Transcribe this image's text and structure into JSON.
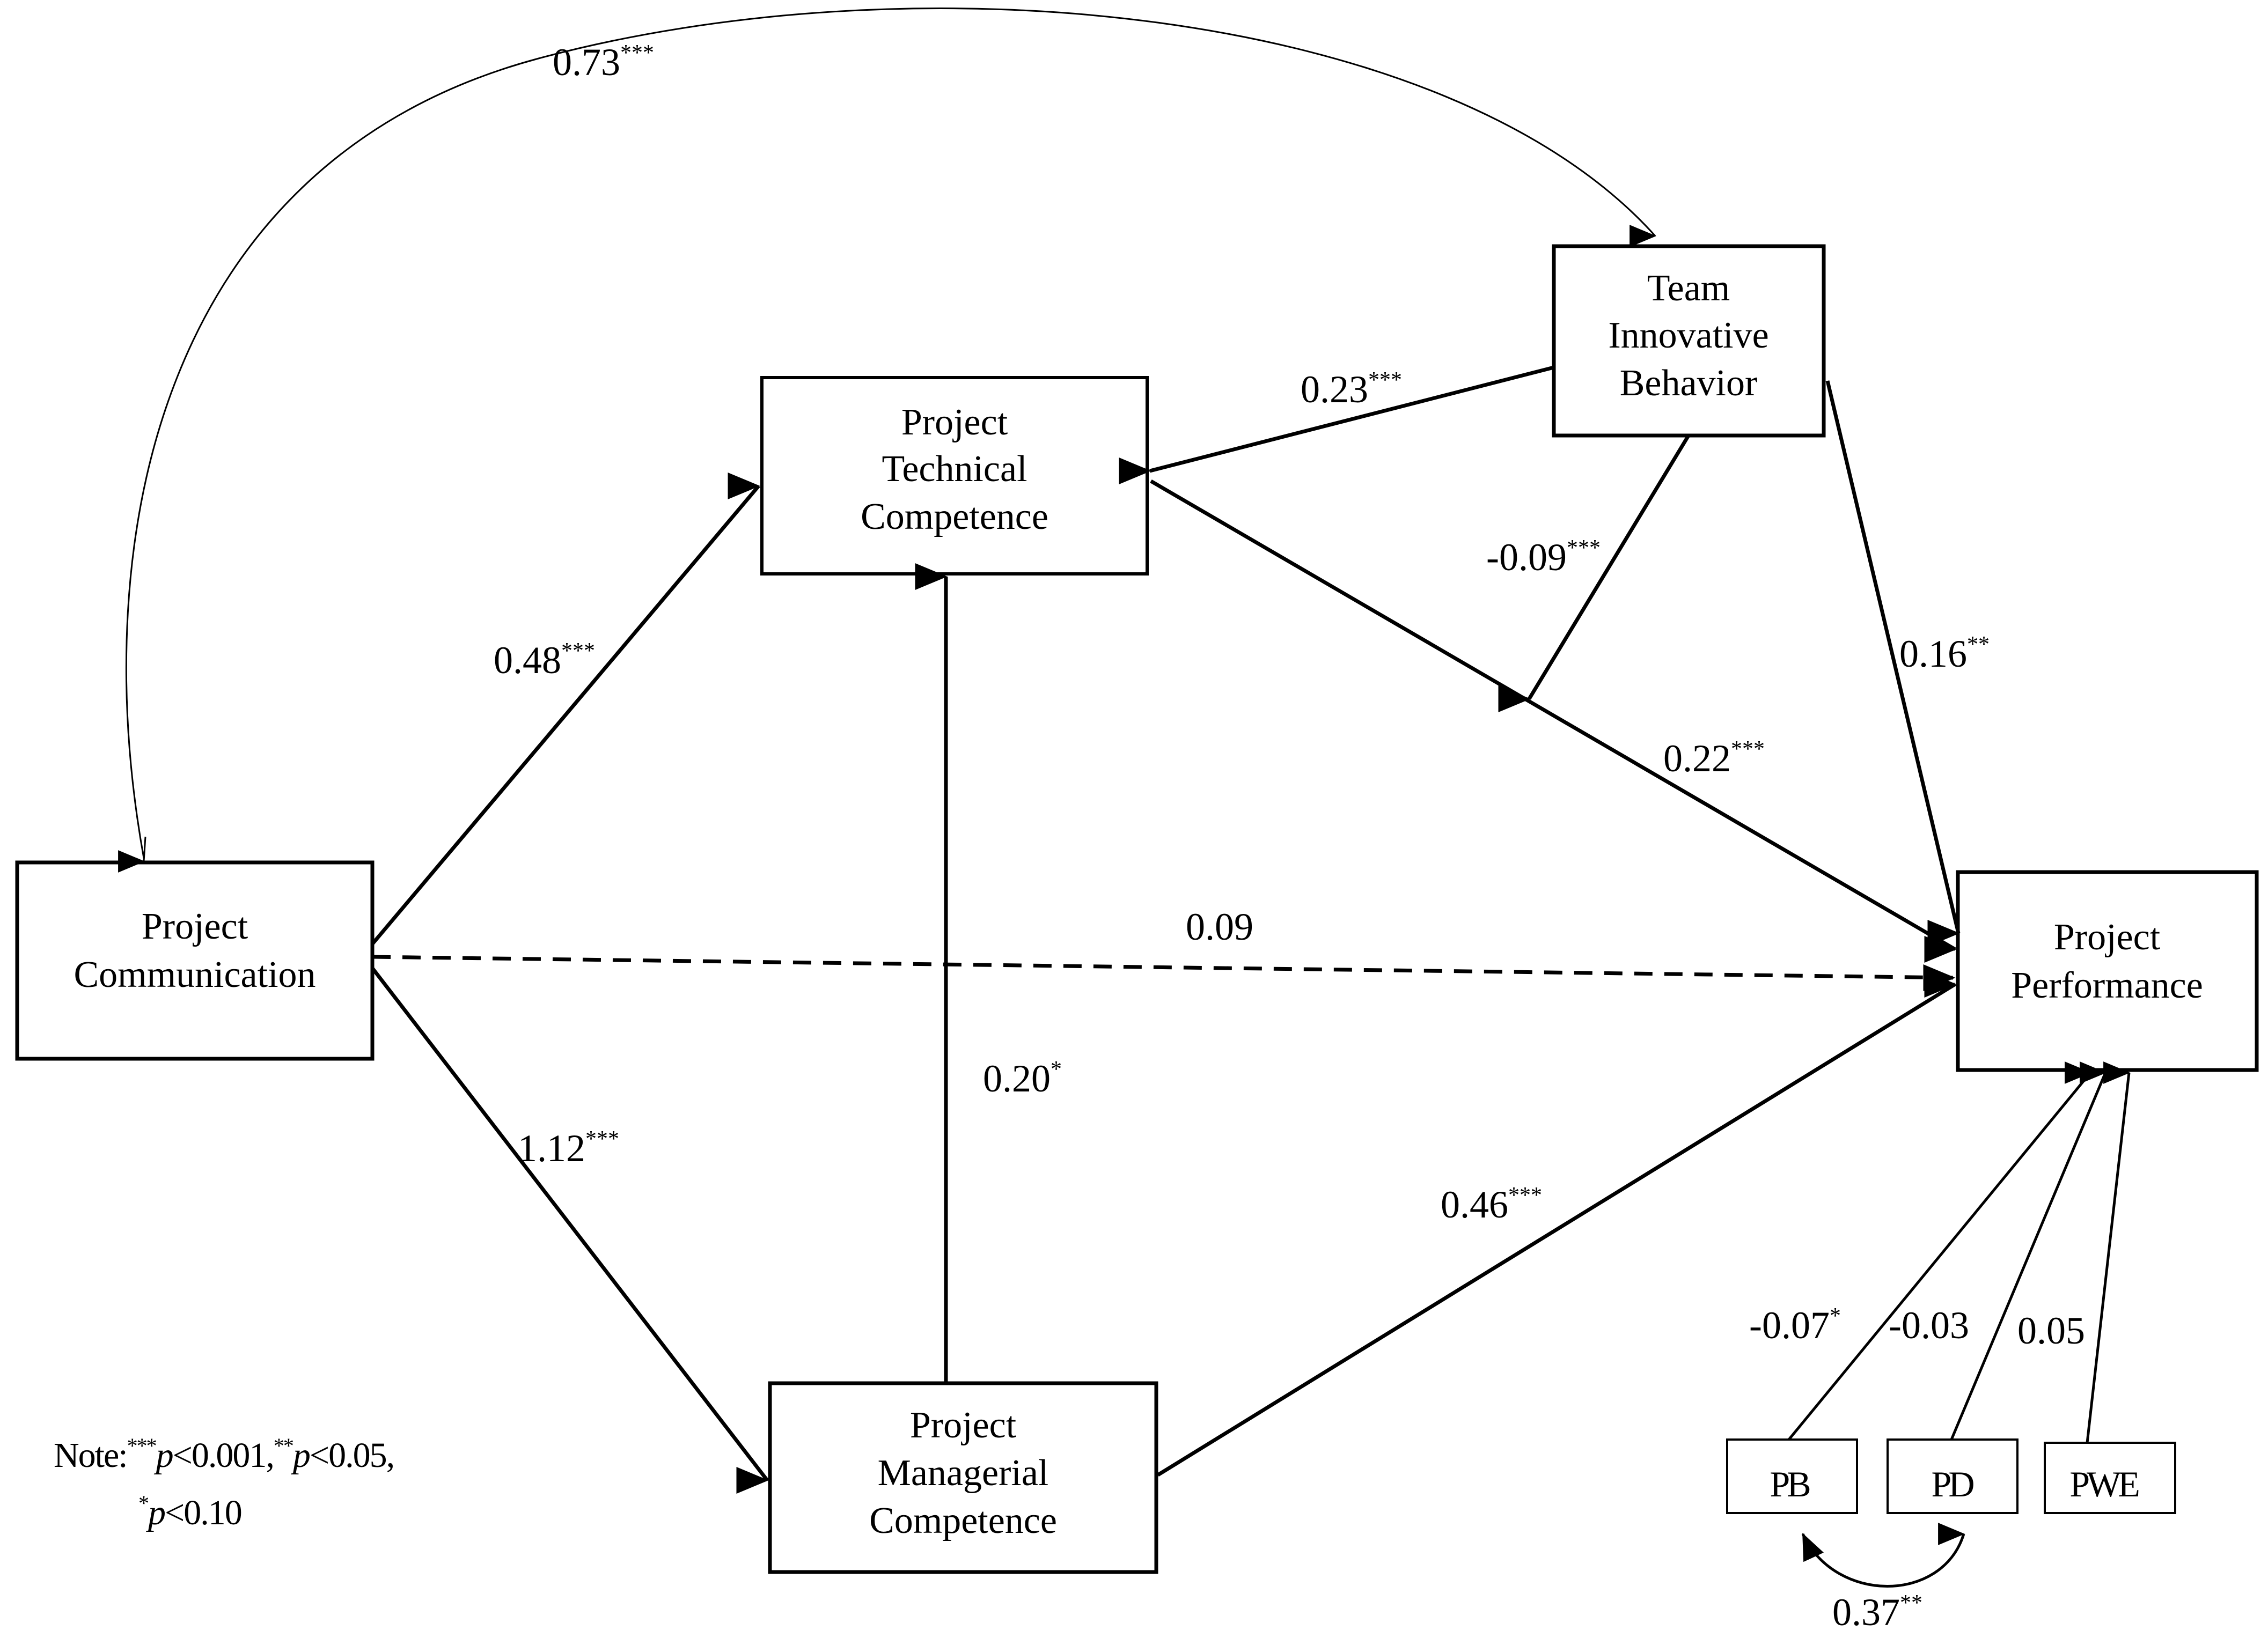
{
  "boxes": {
    "project_communication": [
      "Project",
      "Communication"
    ],
    "project_technical_competence": [
      "Project",
      "Technical",
      "Competence"
    ],
    "team_innovative_behavior": [
      "Team",
      "Innovative",
      "Behavior"
    ],
    "project_performance": [
      "Project",
      "Performance"
    ],
    "project_managerial_competence": [
      "Project",
      "Managerial",
      "Competence"
    ],
    "pb": "PB",
    "pd": "PD",
    "pwe": "PWE"
  },
  "paths": {
    "comm_to_tib": {
      "value": "0.73",
      "sig": "***"
    },
    "tib_to_tech": {
      "value": "0.23",
      "sig": "***"
    },
    "tib_moderation": {
      "value": "-0.09",
      "sig": "***"
    },
    "tib_to_perf": {
      "value": "0.16",
      "sig": "**"
    },
    "comm_to_tech": {
      "value": "0.48",
      "sig": "***"
    },
    "tech_to_perf": {
      "value": "0.22",
      "sig": "***"
    },
    "comm_to_perf": {
      "value": "0.09",
      "sig": ""
    },
    "mgr_to_tech": {
      "value": "0.20",
      "sig": "*"
    },
    "comm_to_mgr": {
      "value": "1.12",
      "sig": "***"
    },
    "mgr_to_perf": {
      "value": "0.46",
      "sig": "***"
    },
    "pb_to_perf": {
      "value": "-0.07",
      "sig": "*"
    },
    "pd_to_perf": {
      "value": "-0.03",
      "sig": ""
    },
    "pwe_to_perf": {
      "value": "0.05",
      "sig": ""
    },
    "pb_pd_cov": {
      "value": "0.37",
      "sig": "**"
    }
  },
  "note": {
    "prefix": "Note:",
    "items": [
      {
        "sig": "***",
        "p": "p",
        "rest": "<0.001,"
      },
      {
        "sig": "**",
        "p": "p",
        "rest": "<0.05,"
      },
      {
        "sig": "*",
        "p": "p",
        "rest": "<0.10"
      }
    ]
  }
}
